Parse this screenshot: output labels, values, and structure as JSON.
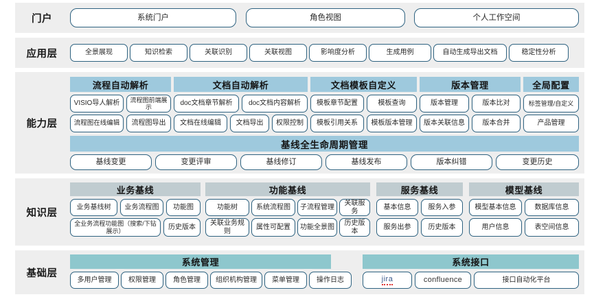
{
  "diagram": {
    "title": "系统分层架构图",
    "colors": {
      "band_bg": "#eeeeee",
      "pill_border": "#2e6280",
      "header_blue": "#9ec9dd",
      "header_gray": "#c0ccd0",
      "header_teal": "#8ec7cd"
    }
  },
  "layers": {
    "portal": {
      "label": "门户",
      "items": [
        {
          "label": "系统门户"
        },
        {
          "label": "角色视图"
        },
        {
          "label": "个人工作空间"
        }
      ]
    },
    "application": {
      "label": "应用层",
      "items": [
        {
          "label": "全景展现"
        },
        {
          "label": "知识检索"
        },
        {
          "label": "关联识别"
        },
        {
          "label": "关联视图"
        },
        {
          "label": "影响度分析"
        },
        {
          "label": "生成用例"
        },
        {
          "label": "自动生成导出文档"
        },
        {
          "label": "稳定性分析"
        }
      ]
    },
    "capability": {
      "label": "能力层",
      "groups": [
        {
          "title": "流程自动解析",
          "rows": [
            [
              "VISIO导人解析",
              "流程图前端展示"
            ],
            [
              "流程图在线编辑",
              "流程图导出"
            ]
          ]
        },
        {
          "title": "文档自动解析",
          "rows": [
            [
              "doc文档章节解析",
              "doc文档内容解析"
            ],
            [
              "文档在线编辑",
              "文档导出",
              "权限控制"
            ]
          ]
        },
        {
          "title": "文档模板自定义",
          "rows": [
            [
              "模板章节配置",
              "模板查询"
            ],
            [
              "模板引用关系",
              "模板版本管理"
            ]
          ]
        },
        {
          "title": "版本管理",
          "rows": [
            [
              "版本管理",
              "版本比对"
            ],
            [
              "版本关联信息",
              "版本合并"
            ]
          ]
        },
        {
          "title": "全局配置",
          "rows": [
            [
              "标签管理/自定义"
            ],
            [
              "产品管理"
            ]
          ]
        }
      ],
      "lifecycle": {
        "title": "基线全生命周期管理",
        "items": [
          "基线变更",
          "变更评审",
          "基线修订",
          "基线发布",
          "版本纠错",
          "变更历史"
        ]
      }
    },
    "knowledge": {
      "label": "知识层",
      "groups": [
        {
          "title": "业务基线",
          "rows": [
            [
              "业务基线树",
              "业务流程图",
              "功能图"
            ],
            [
              "全业务流程功能图（搜索/下钻展示）",
              "历史版本"
            ]
          ]
        },
        {
          "title": "功能基线",
          "rows": [
            [
              "功能树",
              "系统流程图",
              "子流程管理",
              "关联服务"
            ],
            [
              "关联业务规则",
              "属性可配置",
              "功能全景图",
              "历史版本"
            ]
          ]
        },
        {
          "title": "服务基线",
          "rows": [
            [
              "基本信息",
              "服务入参"
            ],
            [
              "服务出参",
              "历史版本"
            ]
          ]
        },
        {
          "title": "模型基线",
          "rows": [
            [
              "模型基本信息",
              "数据库信息"
            ],
            [
              "用户信息",
              "表空间信息"
            ]
          ]
        }
      ]
    },
    "foundation": {
      "label": "基础层",
      "groups": [
        {
          "title": "系统管理",
          "items": [
            "多用户管理",
            "权限管理",
            "角色管理",
            "组织机构管理",
            "菜单管理",
            "操作日志"
          ]
        },
        {
          "title": "系统接口",
          "items": [
            "jira",
            "confluence",
            "接口自动化平台"
          ]
        }
      ]
    }
  }
}
